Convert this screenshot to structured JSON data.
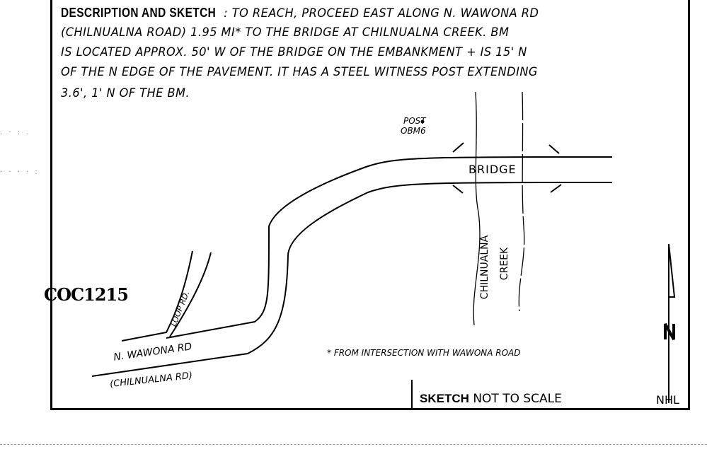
{
  "description": {
    "heading": "DESCRIPTION AND SKETCH",
    "lines": [
      ": TO REACH, PROCEED EAST ALONG N. WAWONA RD",
      "(CHILNUALNA ROAD)  1.95 MI* TO THE BRIDGE AT CHILNUALNA CREEK. BM",
      "IS LOCATED  APPROX. 50' W OF THE BRIDGE ON THE EMBANKMENT + IS 15' N",
      "OF THE  N  EDGE OF THE PAVEMENT. IT HAS A STEEL WITNESS POST EXTENDING",
      "3.6', 1' N OF THE BM."
    ]
  },
  "sketch": {
    "post_label": "POST",
    "bm_label": "OBM6",
    "bridge_label": "BRIDGE",
    "creek_label_1": "CHILNUALNA",
    "creek_label_2": "CREEK",
    "loop_road_label": "LOOP RD.",
    "road_label": "N. WAWONA RD",
    "road_alt_label": "(CHILNUALNA RD)",
    "footnote": "* FROM INTERSECTION WITH WAWONA ROAD",
    "north_label": "N"
  },
  "stamp": "COC1215",
  "footer": {
    "sketch_label": "SKETCH",
    "scale_note": "NOT TO SCALE",
    "initials": "NHL"
  }
}
